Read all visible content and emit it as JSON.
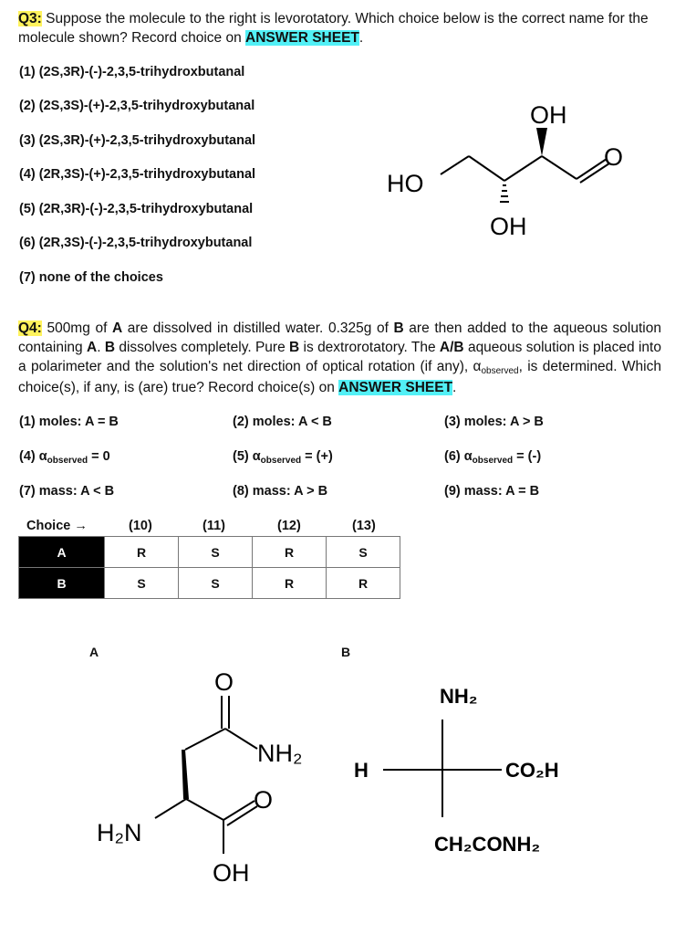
{
  "q3": {
    "label": "Q3:",
    "text_pre": " Suppose the molecule to the right is levorotatory. Which choice below is the correct name for the molecule shown? Record choice on ",
    "answer_sheet": "ANSWER SHEET",
    "period": ".",
    "choices": [
      "(1) (2S,3R)-(-)-2,3,5-trihydroxbutanal",
      "(2) (2S,3S)-(+)-2,3,5-trihydroxybutanal",
      "(3) (2S,3R)-(+)-2,3,5-trihydroxybutanal",
      "(4) (2R,3S)-(+)-2,3,5-trihydroxybutanal",
      "(5) (2R,3R)-(-)-2,3,5-trihydroxybutanal",
      "(6) (2R,3S)-(-)-2,3,5-trihydroxybutanal",
      "(7) none of the choices"
    ],
    "molecule": {
      "oh_top": "OH",
      "ho_left": "HO",
      "oh_bottom": "OH",
      "o": "O"
    }
  },
  "q4": {
    "label": "Q4:",
    "t1": " 500mg of ",
    "a": "A",
    "t2": " are dissolved in distilled water. 0.325g of ",
    "b": "B",
    "t3": " are then added to the aqueous solution containing ",
    "t4": ". ",
    "t5": " dissolves completely. Pure ",
    "t6": " is dextrorotatory. The ",
    "ab": "A/B",
    "t7": " aqueous solution is placed into a polarimeter and the solution's net direction of optical rotation (if any), α",
    "obs": "observed",
    "t8": ", is determined. Which choice(s), if any, is (are) true? Record choice(s) on ",
    "answer_sheet": "ANSWER SHEET",
    "period": ".",
    "choices": {
      "c1": "(1) moles: A = B",
      "c2": "(2) moles: A < B",
      "c3": "(3) moles: A > B",
      "c4a": "(4) α",
      "c4b": " = 0",
      "c5a": "(5) α",
      "c5b": " = (+)",
      "c6a": "(6) α",
      "c6b": " = (-)",
      "c7": "(7) mass: A < B",
      "c8": "(8) mass: A > B",
      "c9": "(9) mass: A = B",
      "obs": "observed"
    },
    "table": {
      "choice_label": "Choice →",
      "columns": [
        "(10)",
        "(11)",
        "(12)",
        "(13)"
      ],
      "rows": [
        {
          "label": "A",
          "cells": [
            "R",
            "S",
            "R",
            "S"
          ]
        },
        {
          "label": "B",
          "cells": [
            "S",
            "S",
            "R",
            "R"
          ]
        }
      ]
    },
    "structure_a": {
      "label": "A",
      "o_top": "O",
      "nh2": "NH₂",
      "h2n": "H₂N",
      "o_right": "O",
      "oh": "OH"
    },
    "structure_b": {
      "label": "B",
      "top": "NH₂",
      "left": "H",
      "right": "CO₂H",
      "bottom": "CH₂CONH₂"
    }
  }
}
